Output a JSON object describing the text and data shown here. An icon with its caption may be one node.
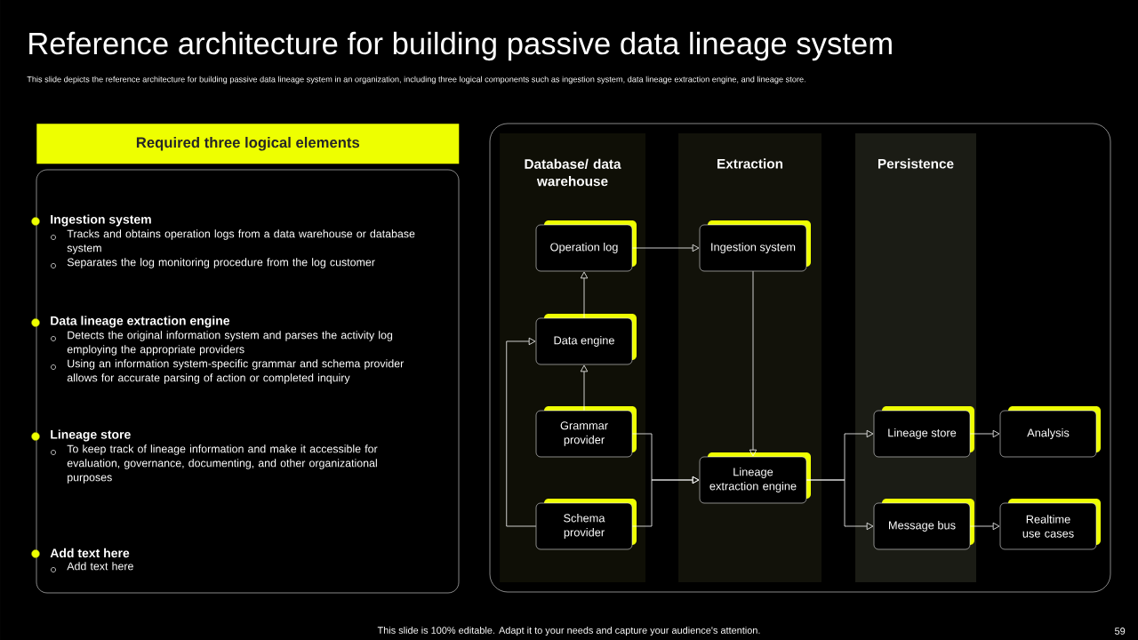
{
  "diagram": {
    "title": "Reference architecture for building passive data lineage system",
    "nodes": [
      {
        "text": [
          "Required three logical elements"
        ]
      },
      {
        "text": [
          "Ingestion system",
          "Tracks and obtains operation logs from a data warehouse or database system",
          "Separates the log monitoring procedure from the log customer",
          "Data lineage extraction engine",
          "Detects the original information system and parses the activity log employing the appropriate providers",
          "Using an information system-specific grammar and schema provider allows for accurate parsing of action or completed inquiry",
          "Lineage store",
          "To keep track of lineage information and make it accessible for evaluation, governance, documenting, and other organizational purposes",
          "Add text here",
          "Add text here"
        ]
      },
      {
        "text": [],
        "shape": "box"
      },
      {
        "text": [
          "Database/ data warehouse"
        ],
        "in": 2
      },
      {
        "text": [
          "Extraction"
        ],
        "in": 2
      },
      {
        "text": [
          "Persistence"
        ],
        "in": 2
      },
      {
        "text": [
          "Operation log"
        ],
        "in": 3
      },
      {
        "text": [
          "Data engine"
        ],
        "in": 3
      },
      {
        "text": [
          "Grammar provider"
        ],
        "in": 3
      },
      {
        "text": [
          "Schema provider"
        ],
        "in": 3
      },
      {
        "text": [
          "Ingestion system"
        ],
        "in": 4
      },
      {
        "text": [
          "Lineage extraction engine"
        ],
        "in": 4
      },
      {
        "text": [
          "Lineage store"
        ],
        "in": 5
      },
      {
        "text": [
          "Message bus"
        ],
        "in": 5
      },
      {
        "text": [
          "Analysis"
        ],
        "in": 2
      },
      {
        "text": [
          "Realtime use cases"
        ],
        "in": 2
      }
    ],
    "edges": [
      {
        "from": 6,
        "to": 10,
        "arrow": "to"
      },
      {
        "from": 7,
        "to": 6,
        "arrow": "to"
      },
      {
        "from": 8,
        "to": 7,
        "arrow": "to"
      },
      {
        "from": 9,
        "to": 7,
        "arrow": "to"
      },
      {
        "from": 8,
        "to": 11,
        "arrow": "to"
      },
      {
        "from": 9,
        "to": 11,
        "arrow": "to"
      },
      {
        "from": 10,
        "to": 11,
        "arrow": "to"
      },
      {
        "from": 11,
        "to": 12,
        "arrow": "to"
      },
      {
        "from": 11,
        "to": 13,
        "arrow": "to"
      },
      {
        "from": 12,
        "to": 14,
        "arrow": "to"
      },
      {
        "from": 13,
        "to": 15,
        "arrow": "to"
      }
    ],
    "labels": [
      "This slide depicts the reference architecture for building passive data lineage system in an organization, including three logical components such as ingestion system, data lineage extraction engine, and lineage store.",
      "This slide is 100% editable. Adapt it to your needs and capture your audience's attention.",
      "59"
    ]
  }
}
